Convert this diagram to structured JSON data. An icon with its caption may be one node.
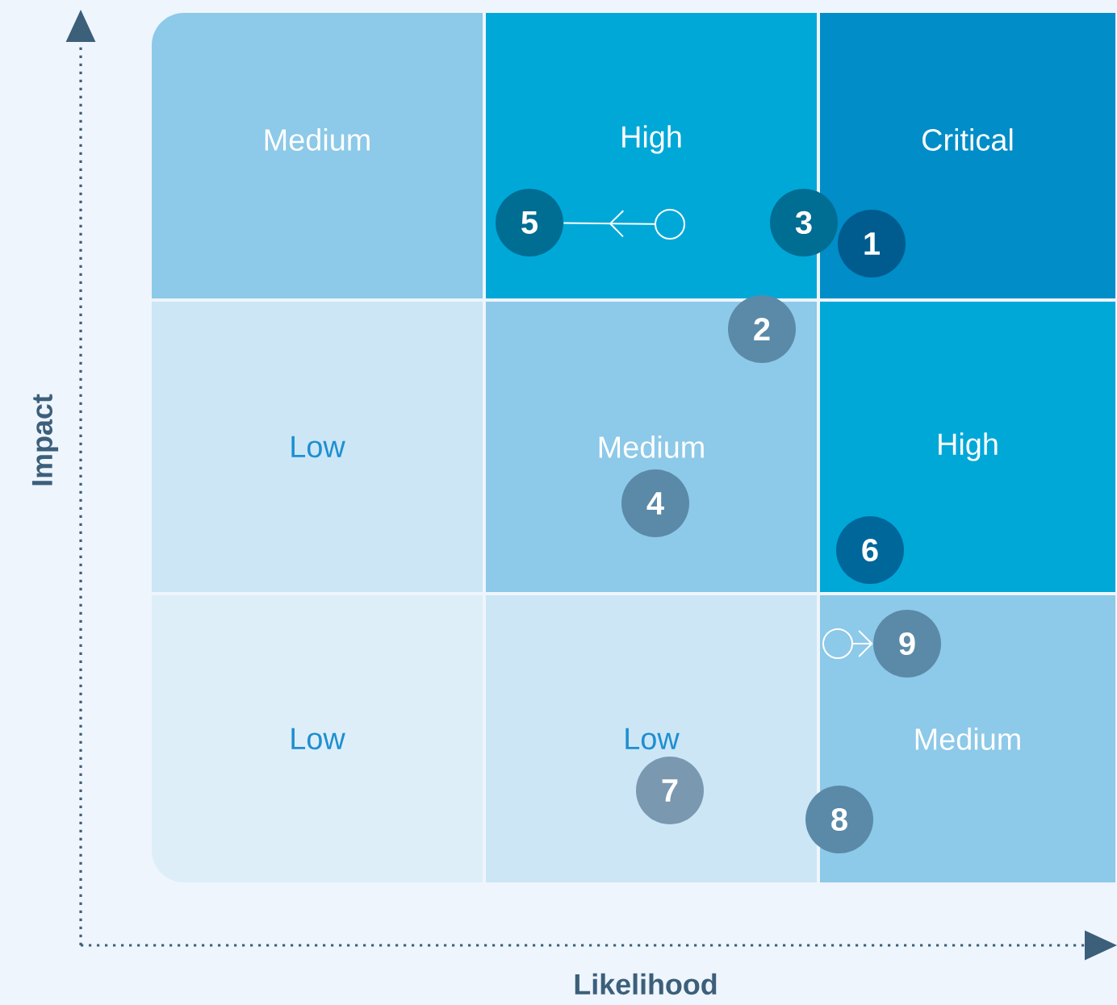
{
  "diagram": {
    "nodes": [
      {
        "text": [
          "Medium"
        ]
      },
      {
        "text": [
          "High"
        ]
      },
      {
        "text": [
          "Critical"
        ]
      },
      {
        "text": [
          "Low"
        ]
      },
      {
        "text": [
          "Medium"
        ]
      },
      {
        "text": [
          "High"
        ]
      },
      {
        "text": [
          "Low"
        ]
      },
      {
        "text": [
          "Low"
        ]
      },
      {
        "text": [
          "Medium"
        ]
      },
      {
        "text": [
          "1"
        ],
        "in": 2
      },
      {
        "text": [
          "2"
        ]
      },
      {
        "text": [
          "3"
        ]
      },
      {
        "text": [
          "4"
        ],
        "in": 4
      },
      {
        "text": [
          "5"
        ],
        "in": 1
      },
      {
        "text": [
          "6"
        ],
        "in": 5
      },
      {
        "text": [
          "7"
        ],
        "in": 7
      },
      {
        "text": [
          "8"
        ]
      },
      {
        "text": [
          "9"
        ],
        "in": 8
      },
      {
        "text": [],
        "shape": "circle",
        "in": 1
      },
      {
        "text": [],
        "shape": "circle",
        "in": 8
      }
    ],
    "edges": [
      {
        "from": 18,
        "to": 13,
        "arrow": "to"
      },
      {
        "from": 19,
        "to": 17,
        "arrow": "to"
      }
    ],
    "labels": [
      "Impact",
      "Likelihood"
    ]
  }
}
